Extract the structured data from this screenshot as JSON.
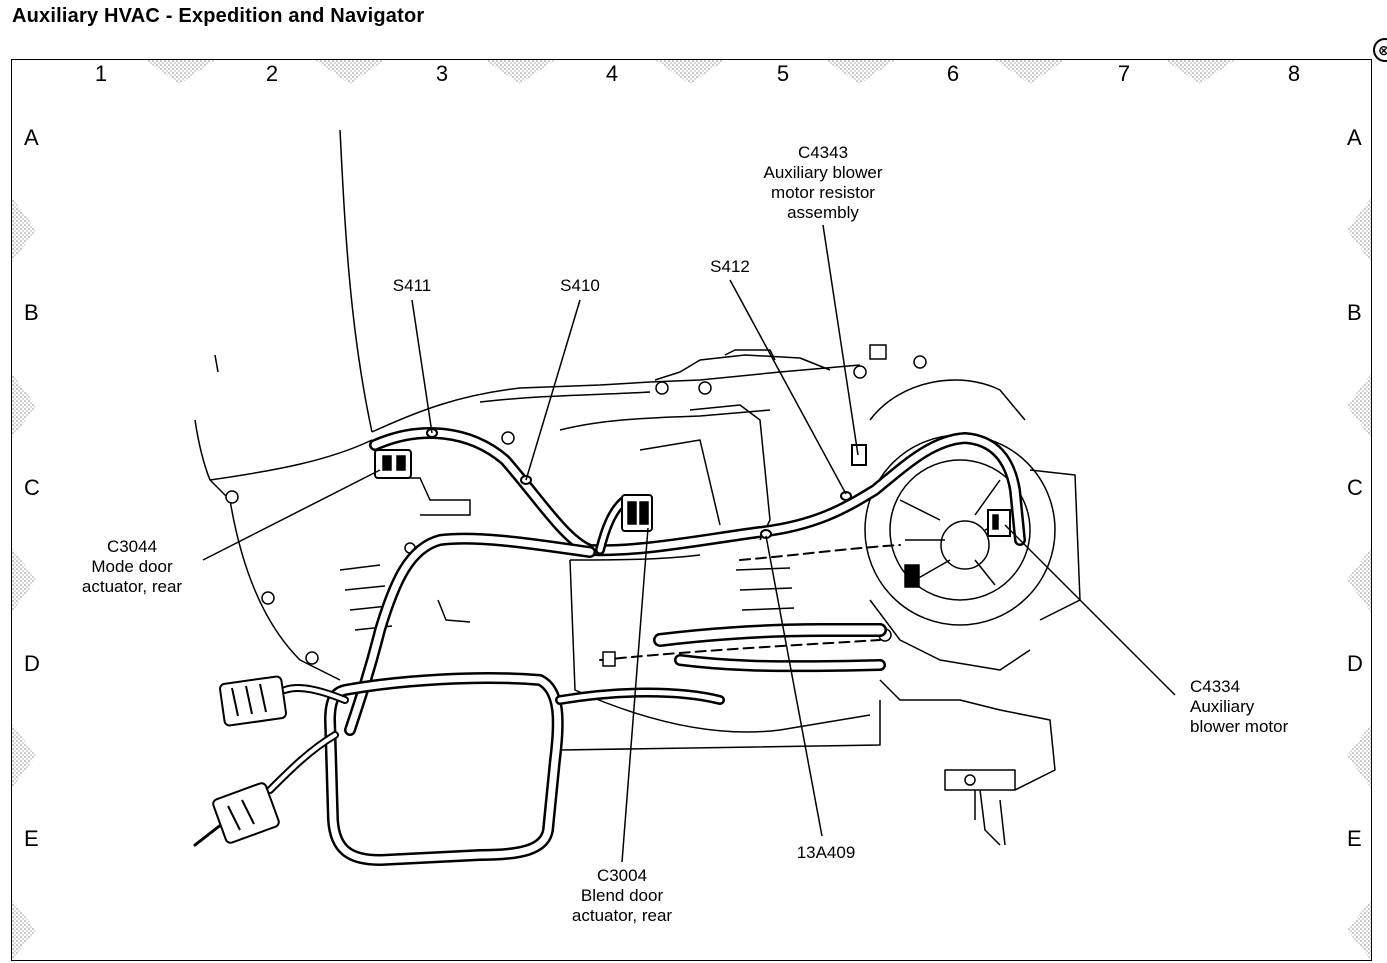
{
  "title": "Auxiliary HVAC - Expedition and Navigator",
  "close_glyph": "⊗",
  "grid": {
    "columns": [
      "1",
      "2",
      "3",
      "4",
      "5",
      "6",
      "7",
      "8"
    ],
    "rows": [
      "A",
      "B",
      "C",
      "D",
      "E"
    ]
  },
  "callouts": {
    "c4343": "C4343\nAuxiliary blower\nmotor resistor\nassembly",
    "s411": "S411",
    "s410": "S410",
    "s412": "S412",
    "c3044": "C3044\nMode door\nactuator, rear",
    "c4334": "C4334\nAuxiliary\nblower motor",
    "c3004": "C3004\nBlend door\nactuator, rear",
    "n13a409": "13A409"
  }
}
